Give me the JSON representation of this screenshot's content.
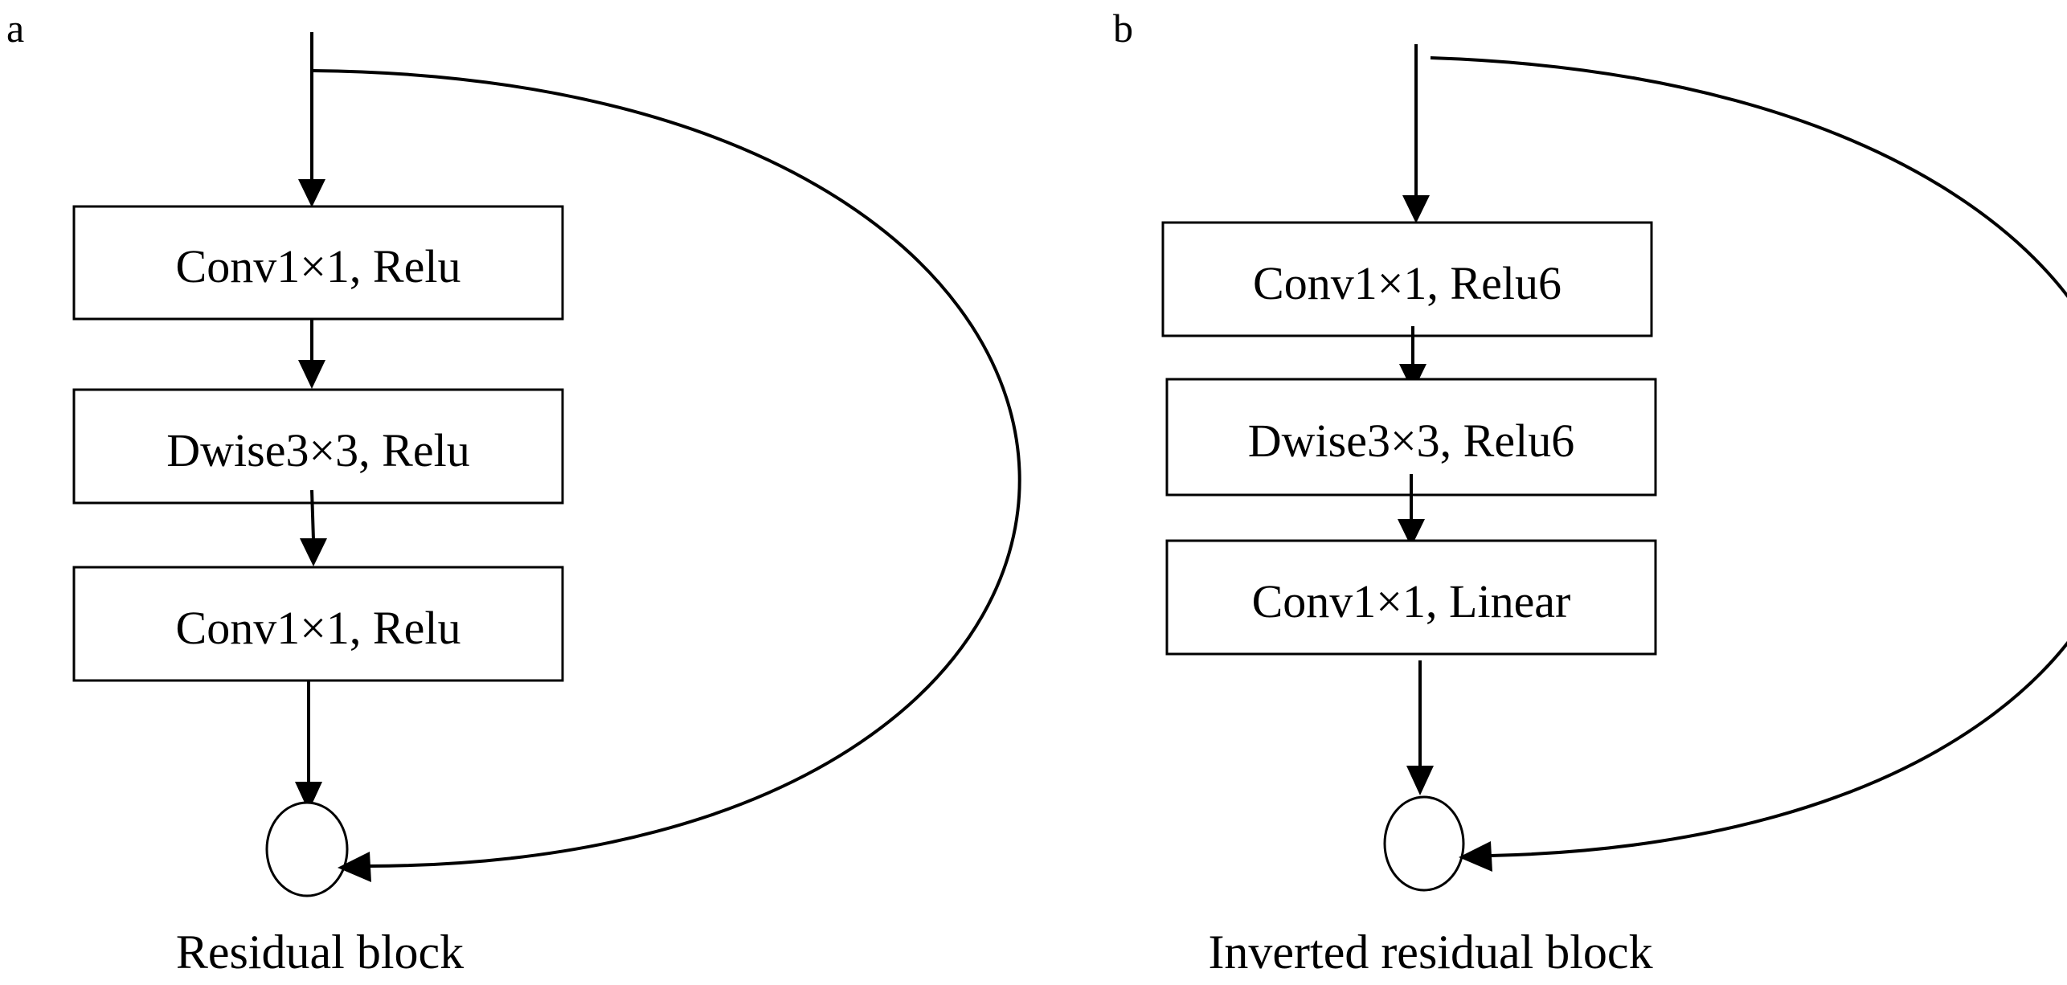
{
  "panels": [
    {
      "letter": "a",
      "caption": "Residual block",
      "blocks": [
        "Conv1×1, Relu",
        "Dwise3×3, Relu",
        "Conv1×1, Relu"
      ]
    },
    {
      "letter": "b",
      "caption": "Inverted residual block",
      "blocks": [
        "Conv1×1, Relu6",
        "Dwise3×3, Relu6",
        "Conv1×1, Linear"
      ]
    }
  ]
}
